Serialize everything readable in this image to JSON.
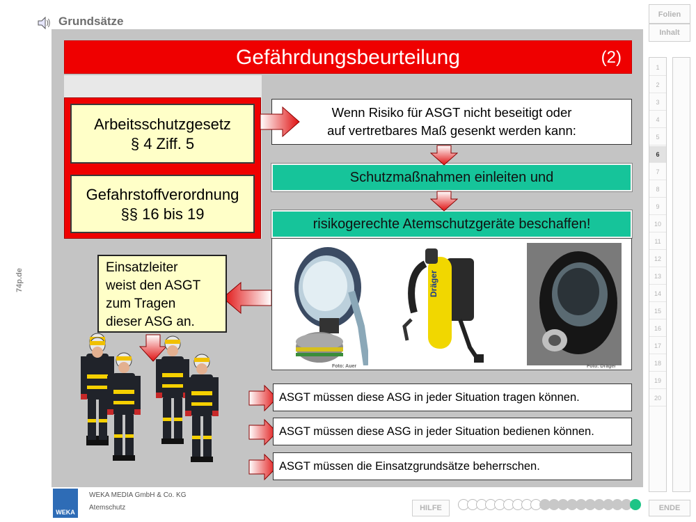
{
  "header": {
    "title": "Grundsätze",
    "speaker_icon": "speaker-icon"
  },
  "sidebar": {
    "folien_label": "Folien",
    "inhalt_label": "Inhalt",
    "slides": [
      "1",
      "2",
      "3",
      "4",
      "5",
      "6",
      "7",
      "8",
      "9",
      "10",
      "11",
      "12",
      "13",
      "14",
      "15",
      "16",
      "17",
      "18",
      "19",
      "20"
    ],
    "active_slide": "6",
    "ende_label": "ENDE"
  },
  "side_label": "74p.de",
  "slide": {
    "title": "Gefährdungsbeurteilung",
    "number": "(2)",
    "law1_line1": "Arbeitsschutzgesetz",
    "law1_line2": "§ 4 Ziff. 5",
    "law2_line1": "Gefahrstoffverordnung",
    "law2_line2": "§§ 16 bis 19",
    "risk_line1": "Wenn Risiko für ASGT nicht beseitigt oder",
    "risk_line2": "auf vertretbares Maß gesenkt werden kann:",
    "green1": "Schutzmaßnahmen einleiten und",
    "green2": "risikogerechte Atemschutzgeräte beschaffen!",
    "photo_caption_1": "Foto: Auer",
    "photo_caption_2": "Foto: Dräger",
    "device_brand": "Dräger",
    "leader_line1": "Einsatzleiter",
    "leader_line2": "weist den ASGT",
    "leader_line3": "zum Tragen",
    "leader_line4": "dieser ASG an.",
    "items": [
      "ASGT müssen diese ASG in jeder Situation tragen können.",
      "ASGT müssen diese ASG in jeder Situation bedienen können.",
      "ASGT müssen die Einsatzgrundsätze beherrschen."
    ]
  },
  "footer": {
    "logo_text": "WEKA",
    "company": "WEKA MEDIA GmbH & Co. KG",
    "product": "Atemschutz",
    "hilfe_label": "HILFE",
    "progress_total": 20,
    "progress_current": 20
  },
  "colors": {
    "title_red": "#ef0000",
    "green": "#16c49a",
    "yellow_box": "#ffffc8",
    "slide_gray": "#c4c4c4",
    "weka_blue": "#2e6cb6"
  }
}
